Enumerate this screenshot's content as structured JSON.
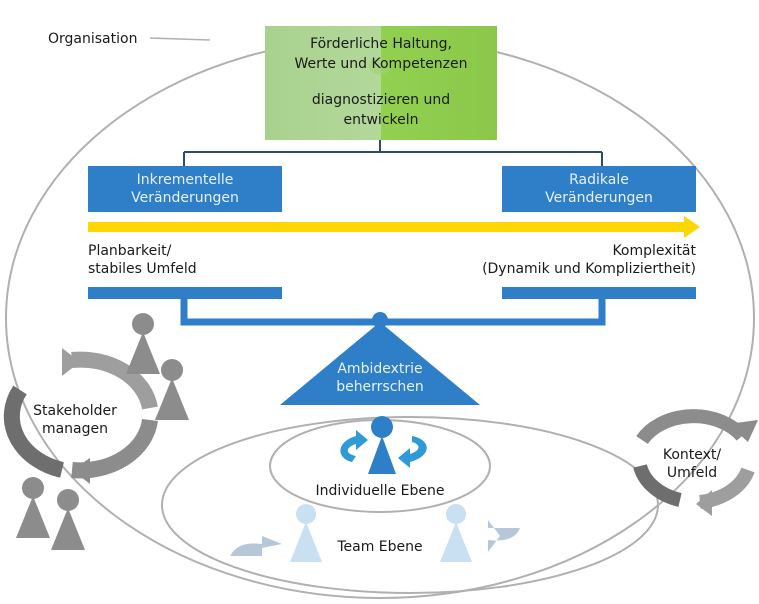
{
  "organisation_label": "Organisation",
  "top_box": {
    "line1": "Förderliche Haltung,",
    "line2": "Werte und Kompetenzen",
    "line3": "diagnostizieren und",
    "line4": "entwickeln"
  },
  "left_box": {
    "line1": "Inkrementelle",
    "line2": "Veränderungen"
  },
  "right_box": {
    "line1": "Radikale",
    "line2": "Veränderungen"
  },
  "left_axis": {
    "line1": "Planbarkeit/",
    "line2": "stabiles Umfeld"
  },
  "right_axis": {
    "line1": "Komplexität",
    "line2": "(Dynamik und Kompliziertheit)"
  },
  "pivot": {
    "line1": "Ambidextrie",
    "line2": "beherrschen"
  },
  "stakeholder": {
    "line1": "Stakeholder",
    "line2": "managen"
  },
  "context": {
    "line1": "Kontext/",
    "line2": "Umfeld"
  },
  "individual_level": "Individuelle Ebene",
  "team_level": "Team Ebene",
  "colors": {
    "blue": "#2e7fc7",
    "light_green": "#a9d18e",
    "green": "#92d050",
    "yellow": "#ffd700",
    "grey": "#8c8c8c",
    "light_blue": "#c9dff2"
  }
}
